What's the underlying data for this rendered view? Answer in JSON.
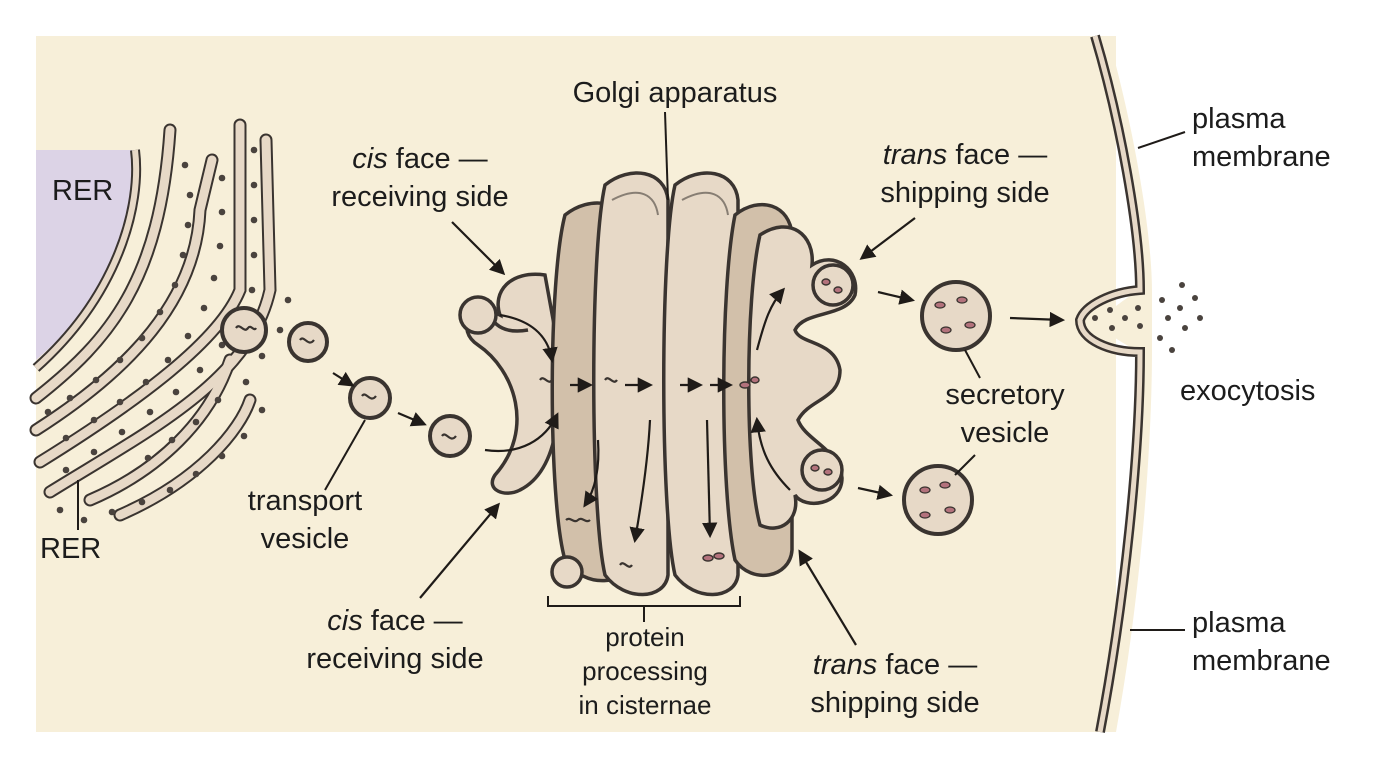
{
  "labels": {
    "golgi": "Golgi apparatus",
    "rer_top": "RER",
    "rer_bottom": "RER",
    "cis_top": {
      "em": "cis",
      "rest": " face —",
      "line2": "receiving side"
    },
    "cis_bottom": {
      "em": "cis",
      "rest": " face —",
      "line2": "receiving side"
    },
    "trans_top": {
      "em": "trans",
      "rest": " face —",
      "line2": "shipping side"
    },
    "trans_bottom": {
      "em": "trans",
      "rest": " face —",
      "line2": "shipping side"
    },
    "transport_vesicle": {
      "line1": "transport",
      "line2": "vesicle"
    },
    "secretory_vesicle": {
      "line1": "secretory",
      "line2": "vesicle"
    },
    "plasma_top": {
      "line1": "plasma",
      "line2": "membrane"
    },
    "plasma_bottom": {
      "line1": "plasma",
      "line2": "membrane"
    },
    "exocytosis": "exocytosis",
    "protein_processing": {
      "line1": "protein",
      "line2": "processing",
      "line3": "in cisternae"
    }
  },
  "colors": {
    "cytoplasm": "#f7efd9",
    "nucleus": "#dcd3e6",
    "organelle_fill": "#e7d9c7",
    "organelle_shade": "#d2c0aa",
    "outline": "#3a3430",
    "cargo": "#b3727c",
    "text": "#1c1c1c"
  }
}
